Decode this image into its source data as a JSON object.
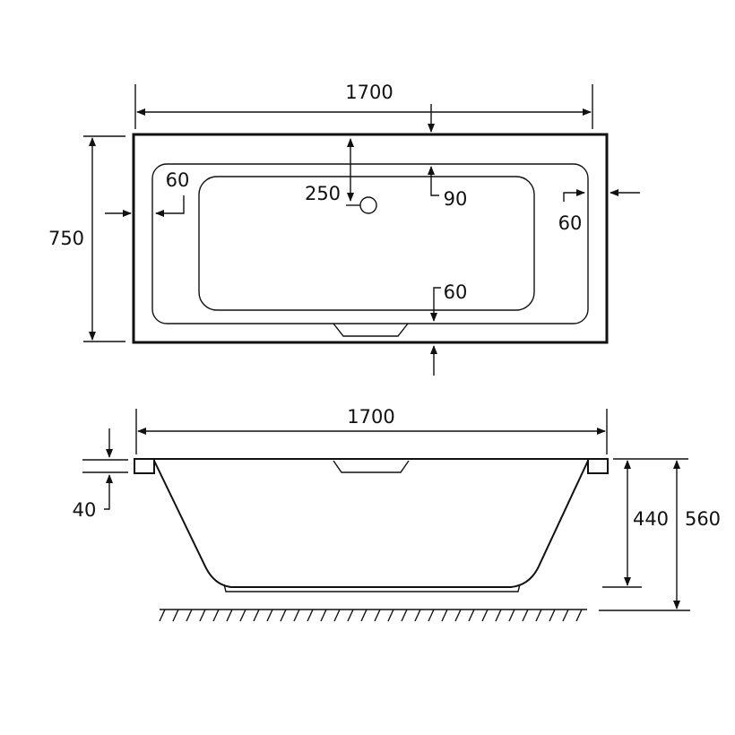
{
  "plan_view": {
    "length": "1700",
    "width": "750",
    "end_rim_left": "60",
    "end_rim_right": "60",
    "waste_offset": "250",
    "rim_back": "90",
    "rim_front": "60"
  },
  "side_view": {
    "length": "1700",
    "rim_thickness": "40",
    "bath_depth": "440",
    "overall_height": "560"
  },
  "colors": {
    "line": "#111111",
    "background": "#ffffff"
  }
}
